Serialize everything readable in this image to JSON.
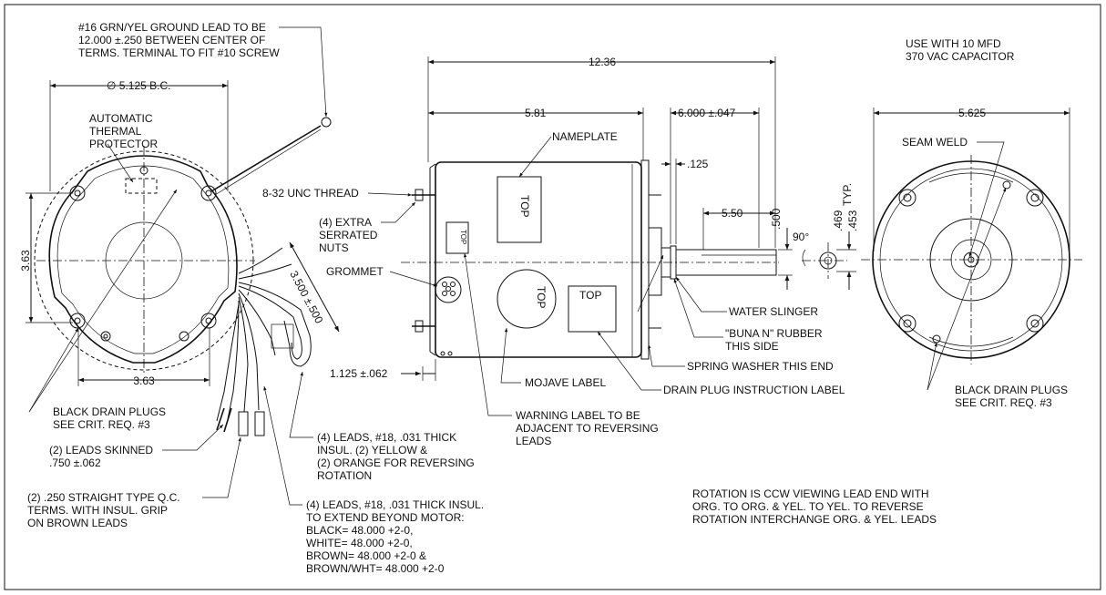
{
  "notes": {
    "ground_lead": [
      "#16 GRN/YEL GROUND LEAD TO BE",
      "12.000 ±.250 BETWEEN CENTER OF",
      "TERMS. TERMINAL TO FIT #10 SCREW"
    ],
    "bc": "∅  5.125  B.C.",
    "thermal": [
      "AUTOMATIC",
      "THERMAL",
      "PROTECTOR"
    ],
    "dim_363_v": "3.63",
    "dim_363_h": "3.63",
    "dim_3500": "3.500 ±.500",
    "drain_left": [
      "BLACK DRAIN PLUGS",
      "SEE CRIT. REQ. #3"
    ],
    "leads_skinned": [
      "(2) LEADS SKINNED",
      ".750 ±.062"
    ],
    "qc_terms": [
      "(2) .250 STRAIGHT TYPE Q.C.",
      "TERMS. WITH INSUL. GRIP",
      "ON BROWN LEADS"
    ],
    "leads_4a": [
      "(4) LEADS, #18, .031 THICK",
      "INSUL. (2) YELLOW &",
      "(2) ORANGE FOR REVERSING",
      "ROTATION"
    ],
    "leads_4b": [
      "(4) LEADS, #18, .031 THICK INSUL.",
      "TO EXTEND BEYOND MOTOR:",
      "BLACK= 48.000 +2-0,",
      "WHITE= 48.000 +2-0,",
      "BROWN= 48.000 +2-0 &",
      "BROWN/WHT= 48.000 +2-0"
    ],
    "thread": "8-32 UNC THREAD",
    "nuts": [
      "(4) EXTRA",
      "SERRATED",
      "NUTS"
    ],
    "grommet": "GROMMET",
    "dim_1125": "1.125 ±.062",
    "dim_1236": "12.36",
    "dim_581": "5.81",
    "dim_6000": "6.000 ±.047",
    "dim_125": ".125",
    "dim_550": "5.50",
    "dim_500": ".500",
    "dim_469": ".469",
    "dim_453": ".453",
    "typ": "TYP.",
    "angle": "90°",
    "nameplate": "NAMEPLATE",
    "top": "TOP",
    "water_slinger": "WATER SLINGER",
    "buna": [
      "\"BUNA N\" RUBBER",
      "THIS SIDE"
    ],
    "spring_washer": "SPRING WASHER THIS END",
    "drain_instr": "DRAIN PLUG INSTRUCTION LABEL",
    "mojave": "MOJAVE LABEL",
    "warning": [
      "WARNING LABEL TO BE",
      "ADJACENT TO REVERSING",
      "LEADS"
    ],
    "capacitor": [
      "USE WITH 10 MFD",
      "370 VAC CAPACITOR"
    ],
    "dim_5625": "5.625",
    "seam_weld": "SEAM WELD",
    "drain_right": [
      "BLACK DRAIN PLUGS",
      "SEE CRIT. REQ. #3"
    ],
    "rotation": [
      "ROTATION IS CCW VIEWING LEAD END WITH",
      "ORG. TO ORG. & YEL. TO YEL. TO REVERSE",
      "ROTATION INTERCHANGE ORG. & YEL. LEADS"
    ]
  }
}
